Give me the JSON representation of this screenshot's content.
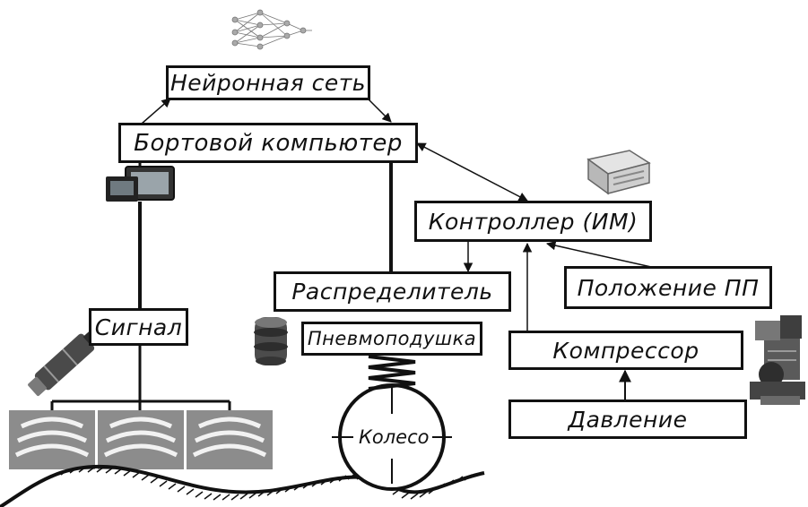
{
  "diagram": {
    "nodes": {
      "neural_network": "Нейронная сеть",
      "onboard_computer": "Бортовой компьютер",
      "controller": "Контроллер (ИМ)",
      "distributor": "Распределитель",
      "air_spring": "Пневмоподушка",
      "suspension_position": "Положение ПП",
      "compressor": "Компрессор",
      "pressure": "Давление",
      "signal": "Сигнал",
      "wheel": "Колесо"
    },
    "icons": [
      "neural-network-icon",
      "display-terminal-icon",
      "controller-module-icon",
      "air-spring-icon",
      "ultrasonic-sensor-icon",
      "sensor-wave-icon",
      "compressor-icon",
      "spring-icon",
      "road-surface-icon"
    ],
    "colors": {
      "line": "#111111",
      "sensor_block": "#8c8c8c",
      "sensor_wave": "#f2f2f2",
      "background": "#ffffff"
    }
  }
}
